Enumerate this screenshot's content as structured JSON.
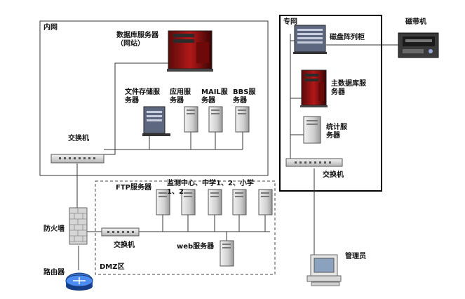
{
  "zones": {
    "intranet": "内网",
    "private": "专网",
    "dmz": "DMZ区"
  },
  "nodes": {
    "db_server_web": "数据库服务器（网站）",
    "file_storage_server": "文件存储服务器",
    "app_server": "应用服务器",
    "mail_server": "MAIL服务器",
    "bbs_server": "BBS服务器",
    "switch_intranet": "交换机",
    "disk_array": "磁盘阵列柜",
    "tape_drive": "磁带机",
    "main_db_server": "主数据库服务器",
    "stats_server": "统计服务器",
    "switch_private": "交换机",
    "ftp_server": "FTP服务器",
    "monitor_schools": "监测中心、中学1、2、小学1、2",
    "switch_dmz": "交换机",
    "web_server": "web服务器",
    "firewall": "防火墙",
    "router": "路由器",
    "admin": "管理员"
  },
  "colors": {
    "line": "#333333",
    "server_body": "#d9d9d9",
    "server_dark": "#8c1010",
    "router": "#2f6fd0",
    "firewall": "#c8c8c8"
  }
}
